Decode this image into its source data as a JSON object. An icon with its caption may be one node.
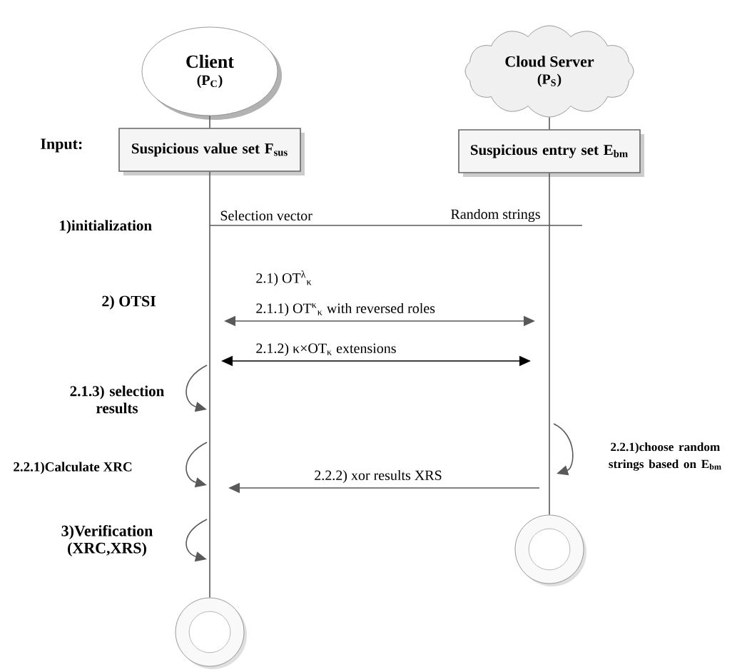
{
  "diagram": {
    "nodes": [
      {
        "text": [
          "Client",
          "(P$_{C}$)"
        ]
      },
      {
        "text": [
          "Cloud Server",
          "(P$_{S}$)"
        ]
      },
      {
        "text": [
          "Suspicious value set F$_{sus}$"
        ]
      },
      {
        "text": [
          "Suspicious entry set E$_{bm}$"
        ]
      },
      {
        "text": [],
        "shape": "circle"
      },
      {
        "text": [],
        "shape": "circle"
      }
    ],
    "edges": [
      {
        "from": 0,
        "to": 2,
        "arrow": "none"
      },
      {
        "from": 1,
        "to": 3,
        "arrow": "none"
      },
      {
        "from": 2,
        "to": 4,
        "arrow": "none"
      },
      {
        "from": 3,
        "to": 5,
        "arrow": "none"
      }
    ],
    "labels": [
      "Input:",
      "1)initialization",
      "Selection vector",
      "Random strings",
      "2.1) OT$^{λ}$$_{κ}$",
      "2) OTSI",
      "2.1.1) OT$^{κ}$$_{κ}$ with reversed roles",
      "2.1.2) κ×OT$_{κ}$ extensions",
      "2.1.3) selection results",
      "2.2.1)choose random strings based on E$_{bm}$",
      "2.2.1)Calculate XRC",
      "2.2.2) xor results XRS",
      "3)Verification (XRC,XRS)"
    ]
  }
}
